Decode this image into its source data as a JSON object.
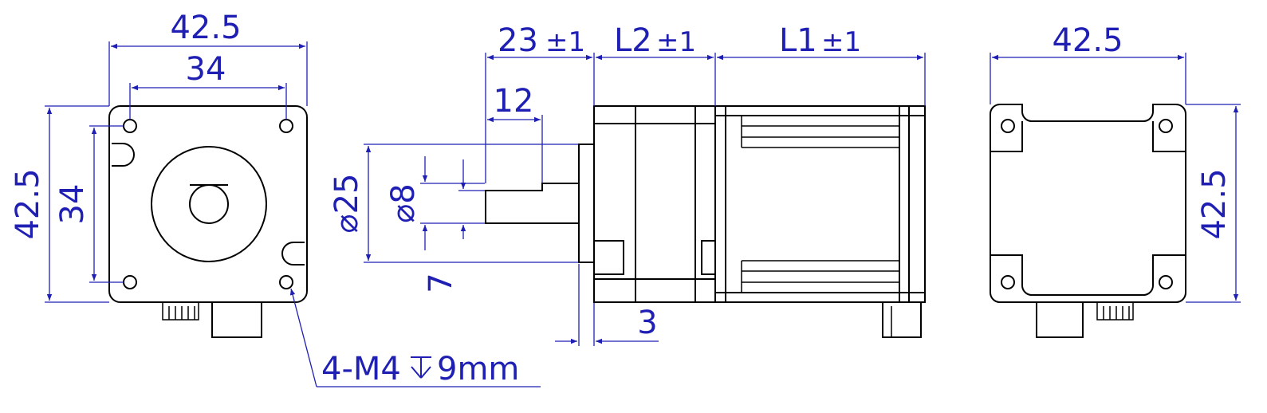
{
  "front_view": {
    "width_overall": "42.5",
    "width_holes": "34",
    "height_overall": "42.5",
    "height_holes": "34",
    "thread_note": "4-M4",
    "thread_depth": "9mm"
  },
  "side_view": {
    "shaft_length": "23",
    "length_l2": "L2",
    "length_l1": "L1",
    "tolerance": "±1",
    "shaft_flat_length": "12",
    "flange_diameter": "25",
    "shaft_diameter": "8",
    "flat_depth": "7",
    "flange_thickness": "3",
    "diameter_symbol": "⌀"
  },
  "rear_view": {
    "width_overall": "42.5",
    "height_overall": "42.5"
  },
  "colors": {
    "outline": "#000000",
    "dimension": "#1f1fb4",
    "background": "#ffffff"
  }
}
